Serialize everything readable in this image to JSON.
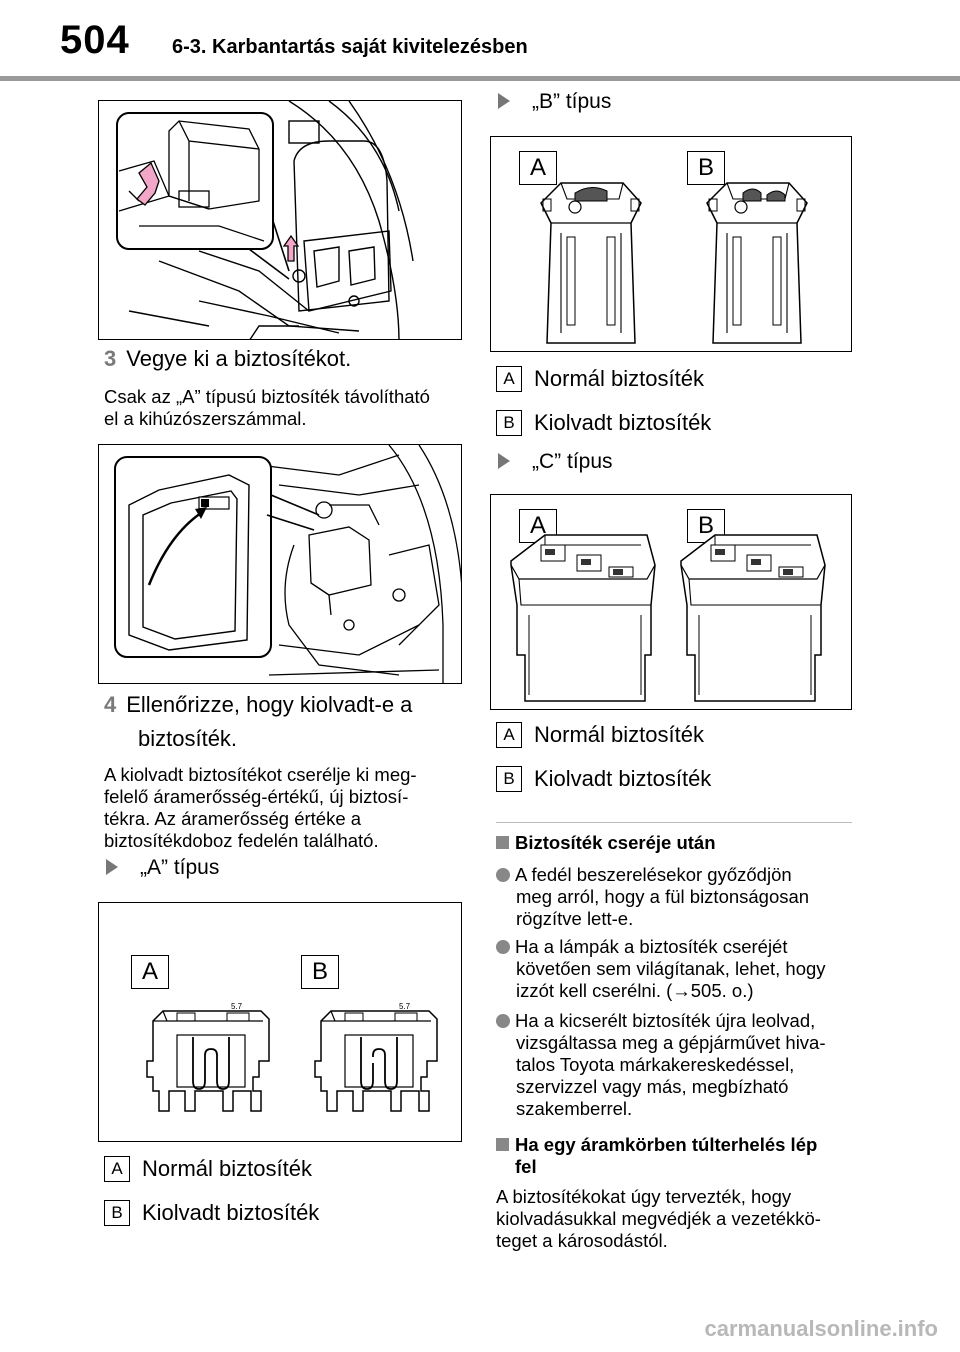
{
  "header": {
    "page_number": "504",
    "section": "6-3. Karbantartás saját kivitelezésben"
  },
  "steps": {
    "step3": {
      "num": "3",
      "text": "Vegye ki a biztosítékot.",
      "note_line1": "Csak az „A” típusú biztosíték távolítható",
      "note_line2": "el a kihúzószerszámmal."
    },
    "step4": {
      "num": "4",
      "text_line1": "Ellenőrizze, hogy kiolvadt-e a",
      "text_line2": "biztosíték.",
      "desc_line1": "A kiolvadt biztosítékot cserélje ki meg-",
      "desc_line2": "felelő áramerősség-értékű, új biztosí-",
      "desc_line3": "tékra. Az áramerősség értéke a",
      "desc_line4": "biztosítékdoboz fedelén található."
    }
  },
  "types": {
    "a": {
      "title": "„A” típus",
      "label_a": "A",
      "label_b": "B",
      "normal": "Normál biztosíték",
      "blown": "Kiolvadt biztosíték"
    },
    "b": {
      "title": "„B” típus",
      "label_a": "A",
      "label_b": "B",
      "normal": "Normál biztosíték",
      "blown": "Kiolvadt biztosíték"
    },
    "c": {
      "title": "„C” típus",
      "label_a": "A",
      "label_b": "B",
      "normal": "Normál biztosíték",
      "blown": "Kiolvadt biztosíték"
    }
  },
  "figure": {
    "fuse_rating": "5.7"
  },
  "notes": {
    "h1": "Biztosíték cseréje után",
    "b1_l1": "A fedél beszerelésekor győződjön",
    "b1_l2": "meg arról, hogy a fül biztonságosan",
    "b1_l3": "rögzítve lett-e.",
    "b2_l1": "Ha a lámpák a biztosíték cseréjét",
    "b2_l2": "követően sem világítanak, lehet, hogy",
    "b2_l3": "izzót kell cserélni. (→505. o.)",
    "b3_l1": "Ha a kicserélt biztosíték újra leolvad,",
    "b3_l2": "vizsgáltassa meg a gépjárművet hiva-",
    "b3_l3": "talos Toyota márkakereskedéssel,",
    "b3_l4": "szervizzel vagy más, megbízható",
    "b3_l5": "szakemberrel.",
    "h2_l1": "Ha egy áramkörben túlterhelés lép",
    "h2_l2": "fel",
    "p_l1": "A biztosítékokat úgy tervezték, hogy",
    "p_l2": "kiolvadásukkal megvédjék a vezetékkö-",
    "p_l3": "teget a károsodástól."
  },
  "footer": {
    "watermark": "carmanualsonline.info"
  },
  "colors": {
    "gray_bullet": "#888888",
    "header_rule": "#9a9a9a",
    "highlight_pink": "#f2a6c8"
  }
}
